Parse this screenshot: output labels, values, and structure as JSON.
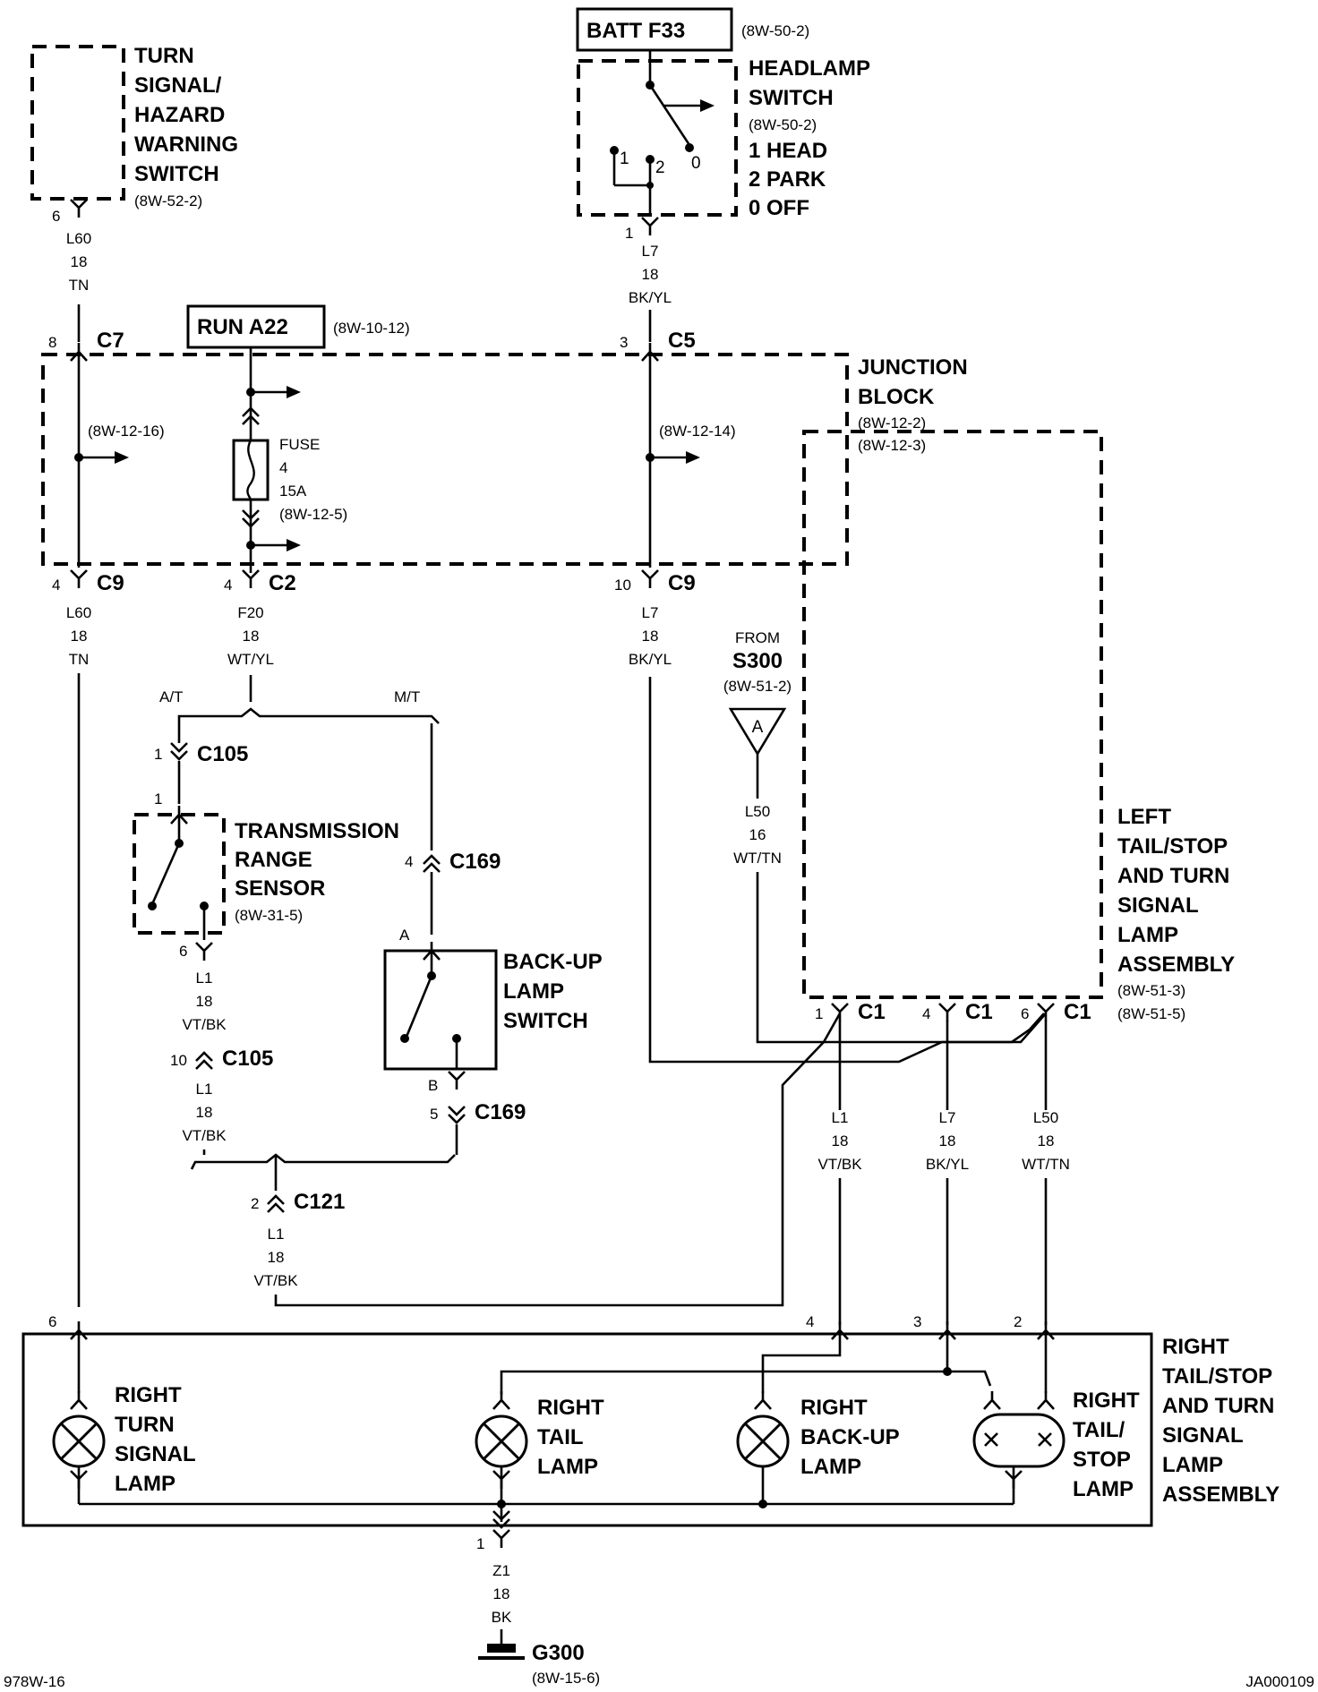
{
  "components": {
    "turn_signal_switch": {
      "lines": [
        "TURN",
        "SIGNAL/",
        "HAZARD",
        "WARNING",
        "SWITCH"
      ],
      "ref": "(8W-52-2)"
    },
    "batt_f33": {
      "label": "BATT F33",
      "ref": "(8W-50-2)"
    },
    "headlamp_switch": {
      "lines": [
        "HEADLAMP",
        "SWITCH"
      ],
      "ref": "(8W-50-2)",
      "legend": [
        "1 HEAD",
        "2 PARK",
        "0 OFF"
      ],
      "pos": [
        "1",
        "2",
        "0"
      ]
    },
    "run_a22": {
      "label": "RUN A22",
      "ref": "(8W-10-12)"
    },
    "junction_block": {
      "lines": [
        "JUNCTION",
        "BLOCK"
      ],
      "refs": [
        "(8W-12-2)",
        "(8W-12-3)"
      ],
      "left_ref": "(8W-12-16)",
      "right_ref": "(8W-12-14)"
    },
    "fuse": {
      "lines": [
        "FUSE",
        "4",
        "15A",
        "(8W-12-5)"
      ]
    },
    "from_s300": {
      "from": "FROM",
      "name": "S300",
      "ref": "(8W-51-2)",
      "tag": "A"
    },
    "trs": {
      "lines": [
        "TRANSMISSION",
        "RANGE",
        "SENSOR"
      ],
      "ref": "(8W-31-5)"
    },
    "backup_switch": {
      "lines": [
        "BACK-UP",
        "LAMP",
        "SWITCH"
      ]
    },
    "left_lamp_assembly": {
      "lines": [
        "LEFT",
        "TAIL/STOP",
        "AND TURN",
        "SIGNAL",
        "LAMP",
        "ASSEMBLY"
      ],
      "refs": [
        "(8W-51-3)",
        "(8W-51-5)"
      ]
    },
    "right_lamp_assembly": {
      "lines": [
        "RIGHT",
        "TAIL/STOP",
        "AND TURN",
        "SIGNAL",
        "LAMP",
        "ASSEMBLY"
      ]
    },
    "lamp_turn": {
      "lines": [
        "RIGHT",
        "TURN",
        "SIGNAL",
        "LAMP"
      ]
    },
    "lamp_tail": {
      "lines": [
        "RIGHT",
        "TAIL",
        "LAMP"
      ]
    },
    "lamp_backup": {
      "lines": [
        "RIGHT",
        "BACK-UP",
        "LAMP"
      ]
    },
    "lamp_tailstop": {
      "lines": [
        "RIGHT",
        "TAIL/",
        "STOP",
        "LAMP"
      ]
    },
    "ground": {
      "label": "G300",
      "ref": "(8W-15-6)"
    }
  },
  "connectors": {
    "c7": {
      "name": "C7",
      "pin": "8"
    },
    "c5": {
      "name": "C5",
      "pin": "3"
    },
    "c9_left": {
      "name": "C9",
      "pin": "4"
    },
    "c2": {
      "name": "C2",
      "pin": "4"
    },
    "c9_right": {
      "name": "C9",
      "pin": "10"
    },
    "c105_top": {
      "name": "C105",
      "pin": "1"
    },
    "c169_top": {
      "name": "C169",
      "pin": "4"
    },
    "c105_bot": {
      "name": "C105",
      "pin": "10"
    },
    "c169_bot": {
      "name": "C169",
      "pin": "5"
    },
    "c121": {
      "name": "C121",
      "pin": "2"
    },
    "c1_a": {
      "name": "C1",
      "pin": "1"
    },
    "c1_b": {
      "name": "C1",
      "pin": "4"
    },
    "c1_c": {
      "name": "C1",
      "pin": "6"
    },
    "turn_sw_pin": "6",
    "headlamp_pin": "1",
    "trs_in_pin": "1",
    "trs_out_pin": "6",
    "backup_in_pin": "A",
    "backup_out_pin": "B",
    "ground_pin": "1",
    "asm_pin_6": "6",
    "asm_pin_4": "4",
    "asm_pin_3": "3",
    "asm_pin_2": "2"
  },
  "wires": {
    "l60_top": [
      "L60",
      "18",
      "TN"
    ],
    "l7_top": [
      "L7",
      "18",
      "BK/YL"
    ],
    "l60_bot": [
      "L60",
      "18",
      "TN"
    ],
    "f20": [
      "F20",
      "18",
      "WT/YL"
    ],
    "l7_bot": [
      "L7",
      "18",
      "BK/YL"
    ],
    "l50_s300": [
      "L50",
      "16",
      "WT/TN"
    ],
    "l1_trs": [
      "L1",
      "18",
      "VT/BK"
    ],
    "l1_c105": [
      "L1",
      "18",
      "VT/BK"
    ],
    "l1_c121": [
      "L1",
      "18",
      "VT/BK"
    ],
    "l1_right": [
      "L1",
      "18",
      "VT/BK"
    ],
    "l7_right": [
      "L7",
      "18",
      "BK/YL"
    ],
    "l50_right": [
      "L50",
      "18",
      "WT/TN"
    ],
    "z1": [
      "Z1",
      "18",
      "BK"
    ]
  },
  "branch": {
    "at": "A/T",
    "mt": "M/T"
  },
  "footer": {
    "left": "978W-16",
    "right": "JA000109"
  }
}
